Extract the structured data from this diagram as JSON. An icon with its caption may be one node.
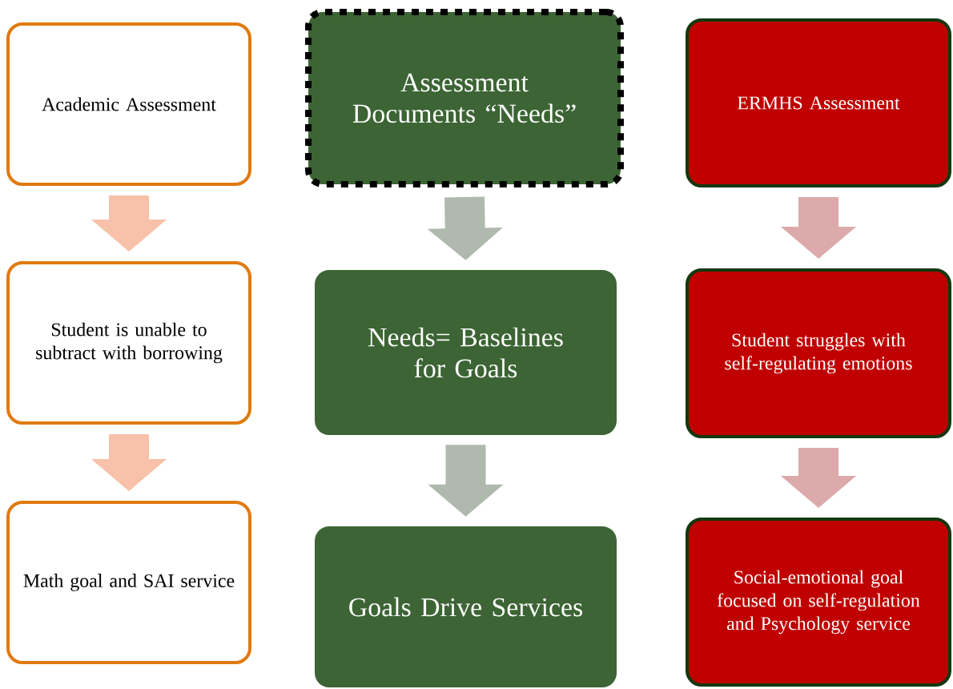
{
  "diagram": {
    "nodes": [
      {
        "text": [
          "Academic Assessment"
        ]
      },
      {
        "text": [
          "Assessment Documents “Needs”"
        ]
      },
      {
        "text": [
          "ERMHS Assessment"
        ]
      },
      {
        "text": [
          "Student is unable to subtract with borrowing"
        ]
      },
      {
        "text": [
          "Needs= Baselines for Goals"
        ]
      },
      {
        "text": [
          "Student struggles with self-regulating emotions"
        ]
      },
      {
        "text": [
          "Math goal and SAI service"
        ]
      },
      {
        "text": [
          "Goals Drive Services"
        ]
      },
      {
        "text": [
          "Social-emotional goal focused on self-regulation and Psychology service"
        ]
      }
    ],
    "edges": [
      {
        "from": 0,
        "to": 3,
        "arrow": "to",
        "color": "#f8c1a9"
      },
      {
        "from": 3,
        "to": 6,
        "arrow": "to",
        "color": "#f8c1a9"
      },
      {
        "from": 1,
        "to": 4,
        "arrow": "to"
      },
      {
        "from": 4,
        "to": 7,
        "arrow": "to"
      },
      {
        "from": 2,
        "to": 5,
        "arrow": "to",
        "color": "#dcaaaa"
      },
      {
        "from": 5,
        "to": 8,
        "arrow": "to",
        "color": "#dcaaaa"
      }
    ]
  }
}
